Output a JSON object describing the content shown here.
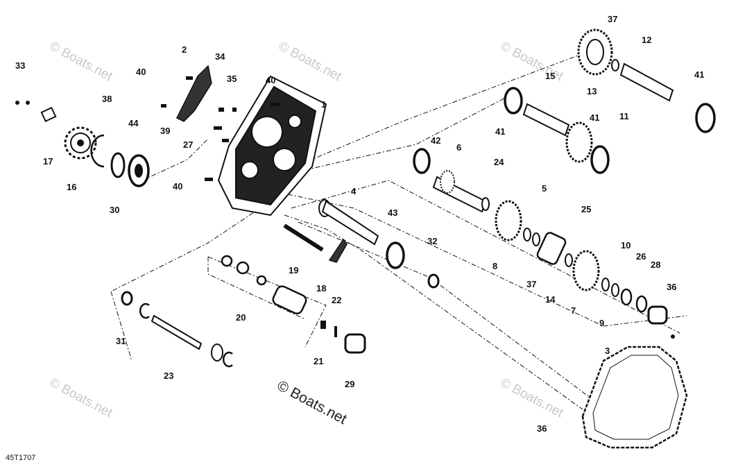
{
  "diagram": {
    "figure_id": "45T1707",
    "credit": "© Boats.net",
    "watermark": "© Boats.net",
    "callouts": [
      "1",
      "2",
      "3",
      "4",
      "5",
      "6",
      "7",
      "8",
      "9",
      "10",
      "11",
      "12",
      "13",
      "14",
      "15",
      "16",
      "17",
      "18",
      "19",
      "20",
      "21",
      "22",
      "23",
      "24",
      "25",
      "26",
      "27",
      "28",
      "29",
      "30",
      "31",
      "32",
      "33",
      "34",
      "35",
      "36",
      "36",
      "37",
      "37",
      "38",
      "39",
      "40",
      "40",
      "40",
      "41",
      "41",
      "41",
      "42",
      "43",
      "44"
    ]
  },
  "colors": {
    "ink": "#111111",
    "watermark": "#c8c8c8",
    "background": "#ffffff"
  }
}
